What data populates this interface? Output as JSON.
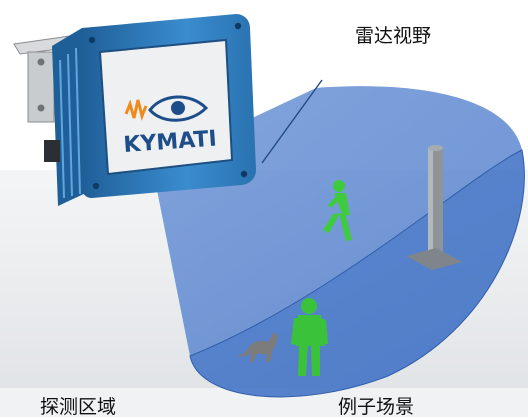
{
  "labels": {
    "field_of_view": "雷达视野",
    "detection_zone": "探测区域",
    "example_scene": "例子场景"
  },
  "device": {
    "brand_logo_text": "KYMATI"
  },
  "colors": {
    "cone_fill": "#4f7fcf",
    "cone_edge": "#3f68b8",
    "floor": "#e4e6e8",
    "device_body": "#2d79b9",
    "person": "#3fca3f",
    "pole": "#8f9499",
    "dog": "#7c7c7c"
  }
}
